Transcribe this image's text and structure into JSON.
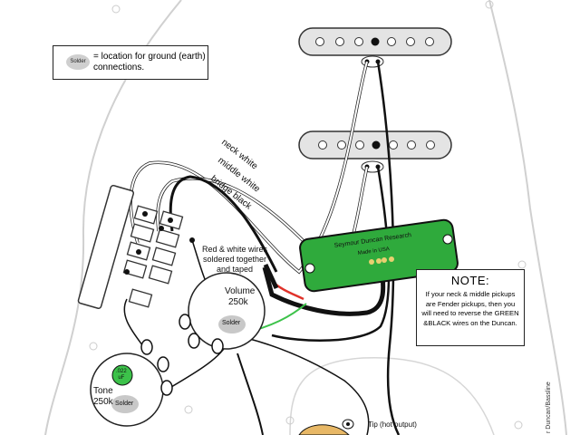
{
  "legend": {
    "solder_chip": "Solder",
    "text": "= location for ground (earth) connections."
  },
  "wires": {
    "neck": "neck white",
    "middle": "middle white",
    "bridge": "bridge black"
  },
  "red_white_note": "Red & white wires soldered together and taped",
  "pickup_board": {
    "line1": "Seymour Duncan Research",
    "line2": "Made in USA"
  },
  "note": {
    "title": "NOTE:",
    "body": "If your neck & middle pickups are Fender pickups, then you will need to reverse the GREEN &BLACK wires on the Duncan."
  },
  "volume_pot": {
    "label": "Volume",
    "value": "250k",
    "solder": "Solder"
  },
  "tone_pot": {
    "label": "Tone",
    "value": "250k",
    "solder": "Solder",
    "cap": ".022\nuF"
  },
  "jack": {
    "tip": "Tip (hot output)"
  },
  "credit": "r Duncan/Bassline",
  "colors": {
    "pickguard_outline": "#d9d9d9",
    "pickup_cover": "#e4e4e4",
    "board_green": "#2faa3c",
    "solder_gray": "#c8c8c8",
    "wire_black": "#111111",
    "wire_white": "#ffffff",
    "wire_red": "#e0322a",
    "wire_green": "#3cc24a",
    "brass": "#e8b866"
  }
}
